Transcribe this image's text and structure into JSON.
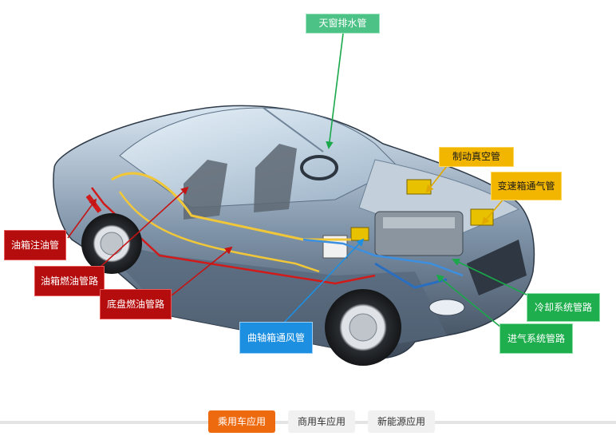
{
  "labels": {
    "sunroof_drain": "天窗排水管",
    "brake_vacuum": "制动真空管",
    "transmission_vent": "变速箱通气管",
    "fuel_filler": "油箱注油管",
    "tank_fuel_line": "油箱燃油管路",
    "underbody_fuel_line": "底盘燃油管路",
    "crankcase_vent": "曲轴箱通风管",
    "cooling_line": "冷却系统管路",
    "intake_line": "进气系统管路"
  },
  "tabs": {
    "passenger": "乘用车应用",
    "commercial": "商用车应用",
    "new_energy": "新能源应用",
    "active": "passenger"
  },
  "colors": {
    "red_label": "#b50d0d",
    "yellow_label": "#f2b500",
    "green_label": "#1fae4e",
    "blue_label": "#1d8fe0",
    "mint_label": "#4dc287",
    "tab_active": "#ee6a0f"
  }
}
